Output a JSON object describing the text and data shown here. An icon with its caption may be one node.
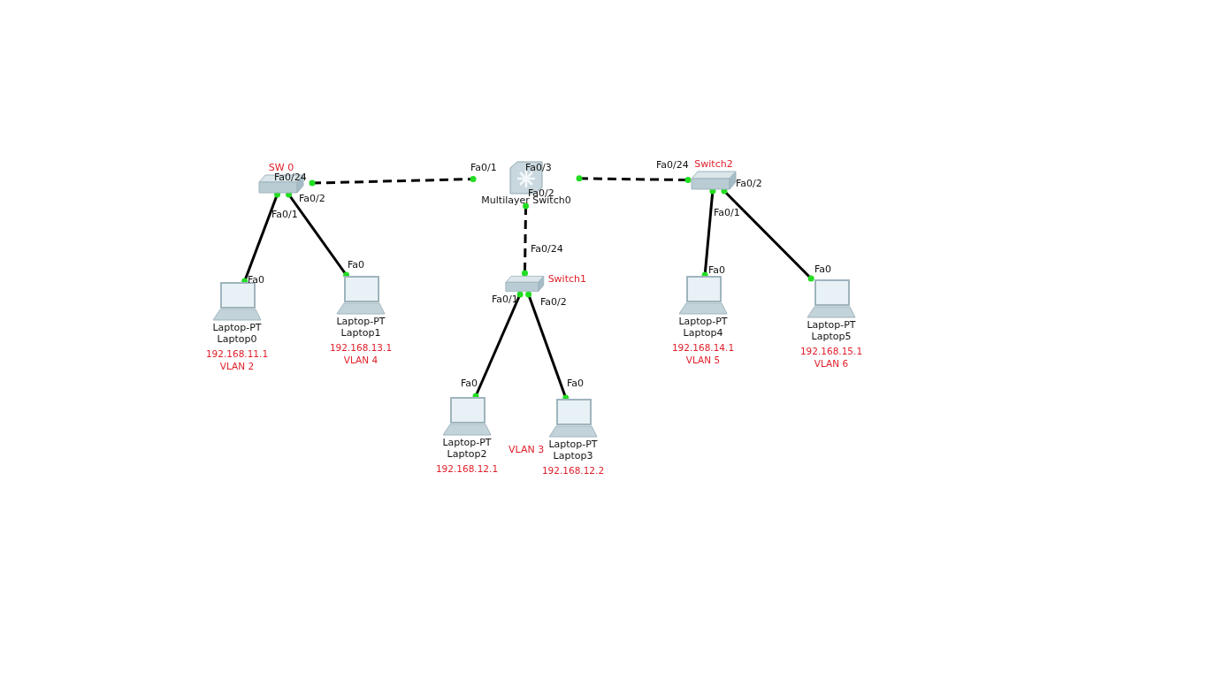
{
  "diagram": {
    "nodes": [
      {
        "text": [
          "SW 0"
        ]
      },
      {
        "text": [
          "Multilayer Switch0"
        ]
      },
      {
        "text": [
          "Switch2"
        ]
      },
      {
        "text": [
          "Switch1"
        ]
      },
      {
        "text": [
          "Laptop-PT",
          "Laptop0"
        ],
        "beside": [
          "192.168.11.1",
          "VLAN 2"
        ]
      },
      {
        "text": [
          "Laptop-PT",
          "Laptop1"
        ],
        "beside": [
          "192.168.13.1",
          "VLAN 4"
        ]
      },
      {
        "text": [
          "Laptop-PT",
          "Laptop4"
        ],
        "beside": [
          "192.168.14.1",
          "VLAN 5"
        ]
      },
      {
        "text": [
          "Laptop-PT",
          "Laptop5"
        ],
        "beside": [
          "192.168.15.1",
          "VLAN 6"
        ]
      },
      {
        "text": [
          "Laptop-PT",
          "Laptop2"
        ],
        "beside": [
          "192.168.12.1"
        ]
      },
      {
        "text": [
          "Laptop-PT",
          "Laptop3"
        ],
        "beside": [
          "192.168.12.2"
        ]
      }
    ],
    "edges": [
      {
        "from": 0,
        "to": 1,
        "arrow": "none",
        "style": "dashed"
      },
      {
        "from": 1,
        "to": 2,
        "arrow": "none",
        "style": "dashed"
      },
      {
        "from": 1,
        "to": 3,
        "arrow": "none",
        "style": "dashed"
      },
      {
        "from": 0,
        "to": 4,
        "arrow": "none"
      },
      {
        "from": 0,
        "to": 5,
        "arrow": "none"
      },
      {
        "from": 2,
        "to": 6,
        "arrow": "none"
      },
      {
        "from": 2,
        "to": 7,
        "arrow": "none"
      },
      {
        "from": 3,
        "to": 8,
        "arrow": "none"
      },
      {
        "from": 3,
        "to": 9,
        "arrow": "none"
      }
    ],
    "labels": [
      "Fa0/1",
      "Fa0/3",
      "Fa0/24",
      "Fa0/24",
      "Fa0/2",
      "Fa0/2",
      "Fa0/2",
      "Fa0/1",
      "Fa0/1",
      "Fa0/24",
      "Fa0",
      "Fa0",
      "Fa0",
      "Fa0",
      "Fa0/1",
      "Fa0/2",
      "Fa0",
      "Fa0",
      "VLAN 3"
    ]
  }
}
